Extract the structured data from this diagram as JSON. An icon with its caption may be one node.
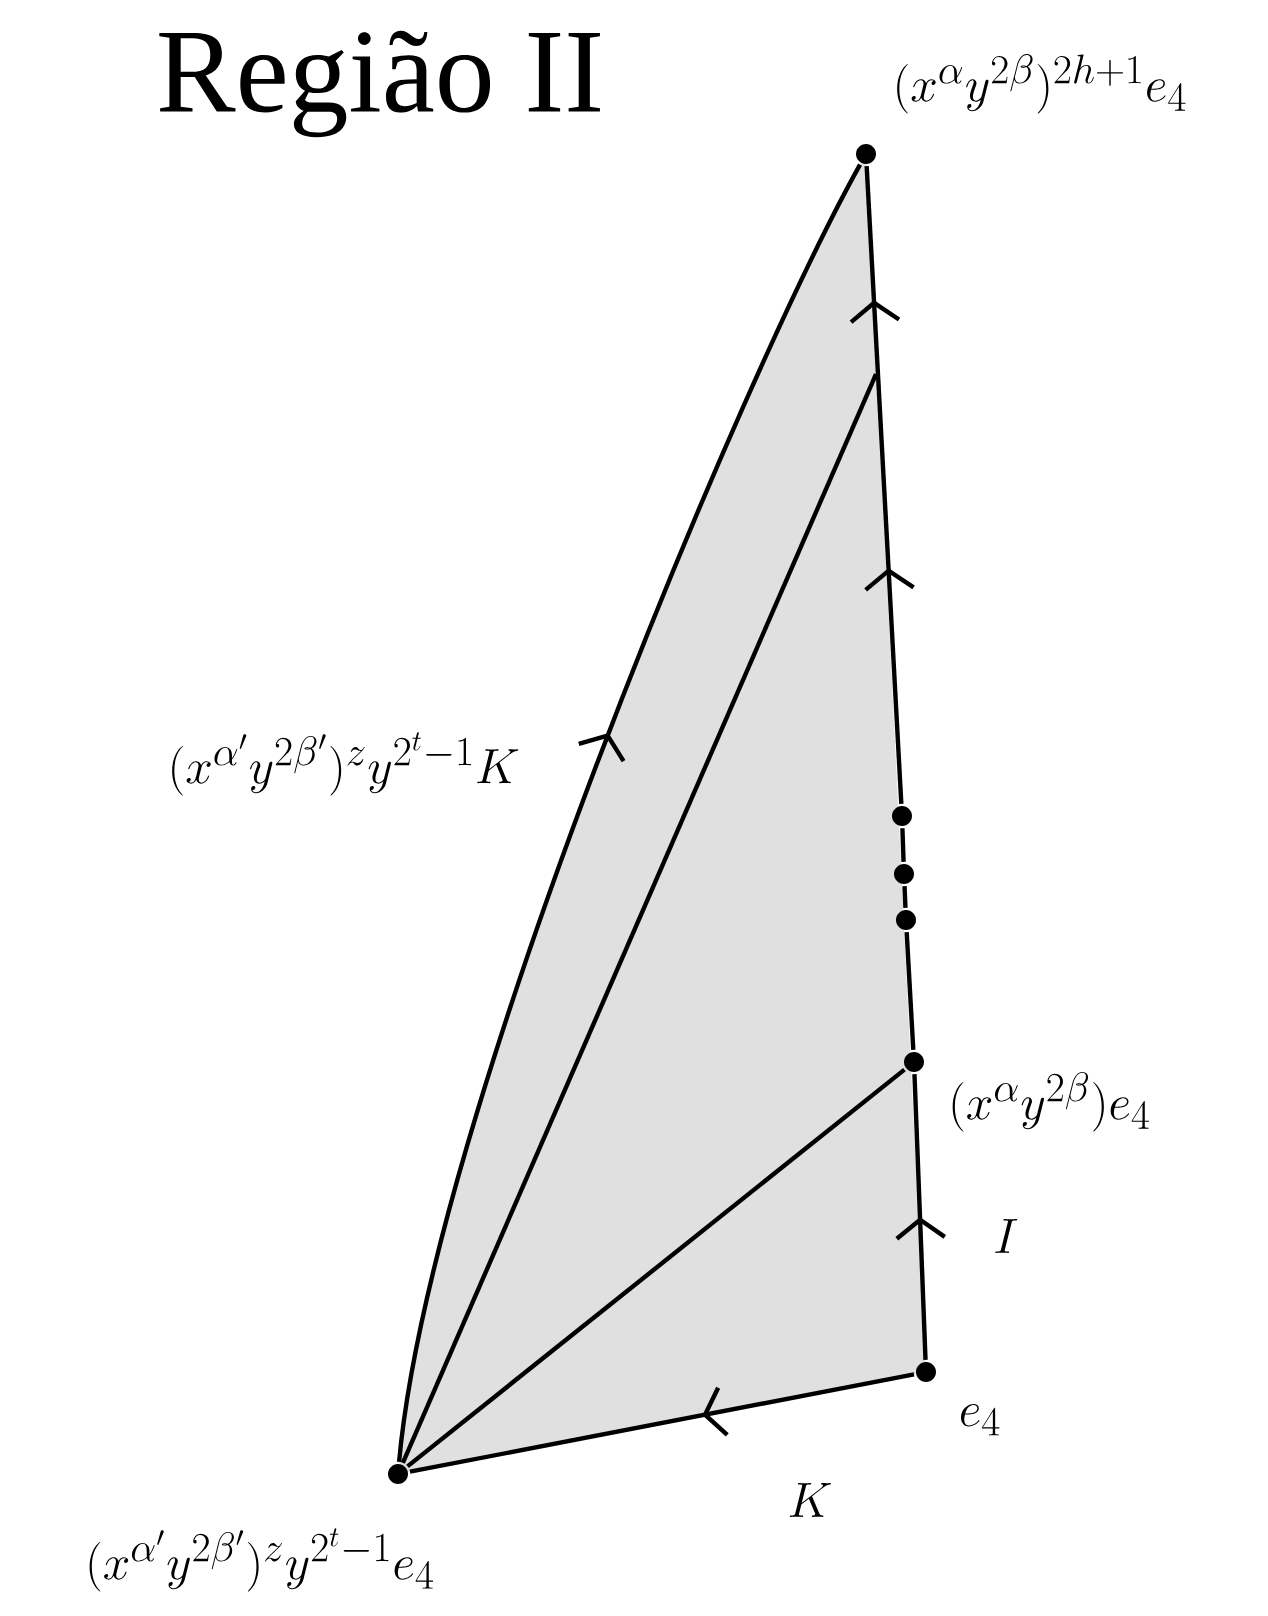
{
  "diagram": {
    "title": "Região II",
    "nodes": [
      {
        "text": [
          "(x^{\\alpha}y^{2\\beta})^{2h+1}e_4"
        ]
      },
      {
        "text": [
          "(x^{\\alpha}y^{2\\beta})e_4"
        ]
      },
      {
        "text": [
          "e_4"
        ]
      },
      {
        "text": [
          "(x^{\\alpha'}y^{2\\beta'})^{z}y^{2^{t}-1}e_4"
        ]
      },
      {
        "text": [],
        "shape": "circle"
      },
      {
        "text": [],
        "shape": "circle"
      },
      {
        "text": [],
        "shape": "circle"
      }
    ],
    "edges": [
      {
        "from": 2,
        "to": 1,
        "arrow": "to",
        "label": "I"
      },
      {
        "from": 2,
        "to": 3,
        "arrow": "to",
        "label": "K"
      },
      {
        "from": 3,
        "to": 0,
        "arrow": "to",
        "label": "(x^{\\alpha'}y^{2\\beta'})^{z}y^{2^{t}-1}K"
      },
      {
        "from": 3,
        "to": 1,
        "arrow": "none"
      },
      {
        "from": 3,
        "to": null,
        "arrow": "none"
      },
      {
        "from": 1,
        "to": 6,
        "arrow": "none"
      },
      {
        "from": 6,
        "to": 5,
        "arrow": "none"
      },
      {
        "from": 5,
        "to": 4,
        "arrow": "none"
      },
      {
        "from": 4,
        "to": 0,
        "arrow": "to"
      }
    ]
  }
}
